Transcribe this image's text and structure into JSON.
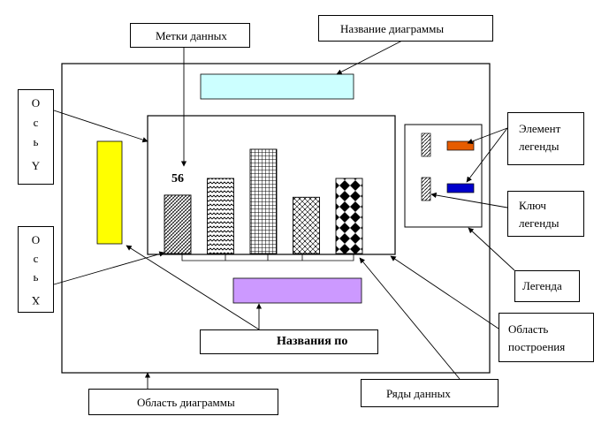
{
  "labels": {
    "data_labels": "Метки данных",
    "chart_title": "Название  диаграммы",
    "axis_y": "Ось Y",
    "axis_x": "Ось X",
    "legend_entry": "Элемент легенды",
    "legend_key": "Ключ легенды",
    "legend": "Легенда",
    "plot_area": "Область построения",
    "category_names": "Названия по",
    "chart_area": "Область диаграммы",
    "data_series": "Ряды данных"
  },
  "sample_chart": {
    "data_label_value": "56",
    "values": [
      56,
      72,
      100,
      54,
      72
    ],
    "patterns": [
      "diag-fine",
      "wave",
      "grid",
      "diamond-dots",
      "checker"
    ]
  },
  "colors": {
    "title_placeholder": "#ccffff",
    "axis_y_placeholder": "#ffff00",
    "category_placeholder": "#cc99ff",
    "legend_swatch_1": "#e65c00",
    "legend_swatch_2": "#0000cc"
  }
}
